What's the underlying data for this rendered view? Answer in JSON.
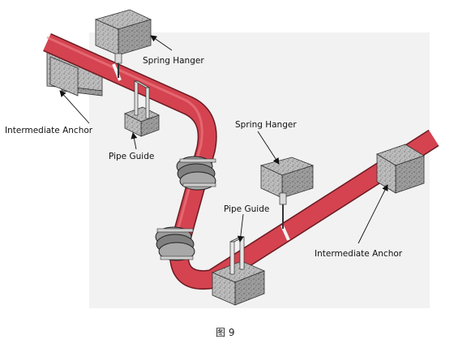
{
  "labels": {
    "spring_hanger_1": "Spring Hanger",
    "spring_hanger_2": "Spring Hanger",
    "intermediate_anchor_1": "Intermediate Anchor",
    "intermediate_anchor_2": "Intermediate Anchor",
    "pipe_guide_1": "Pipe Guide",
    "pipe_guide_2": "Pipe Guide"
  },
  "caption": "图 9",
  "colors": {
    "pipe": "#d4434f",
    "pipe_edge": "#6b1a22",
    "concrete": "#b9b9b9",
    "steel": "#c8c8c8"
  }
}
